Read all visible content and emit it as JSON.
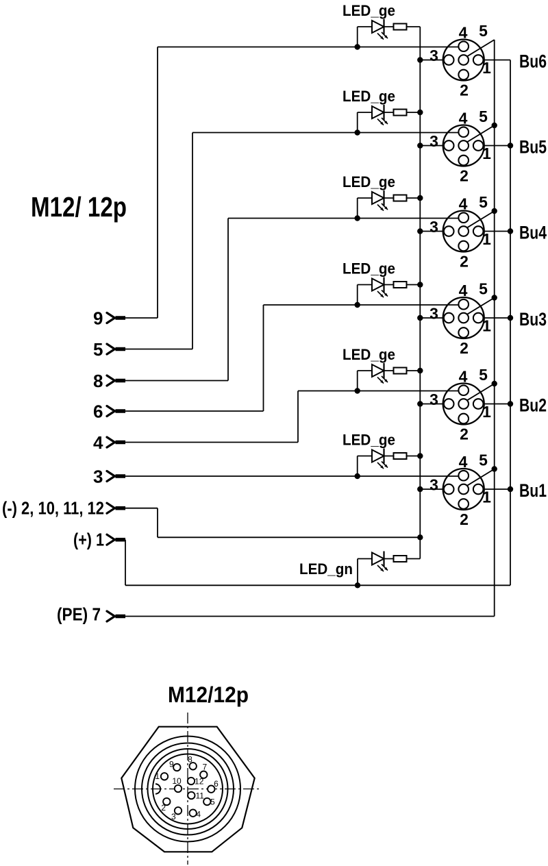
{
  "schematic": {
    "connector_title": "M12/ 12p",
    "signal_terminals": [
      "9",
      "5",
      "8",
      "6",
      "4",
      "3"
    ],
    "power_terminals": {
      "minus": "(-) 2, 10, 11, 12",
      "plus": "(+) 1",
      "pe": "(PE) 7"
    },
    "power_led_label": "LED_gn",
    "sockets": [
      {
        "name": "Bu6",
        "led_label": "LED_ge",
        "pin_top": "4",
        "pin_key": "5",
        "pin_left": "3",
        "pin_right": "1",
        "pin_bottom": "2"
      },
      {
        "name": "Bu5",
        "led_label": "LED_ge",
        "pin_top": "4",
        "pin_key": "5",
        "pin_left": "3",
        "pin_right": "1",
        "pin_bottom": "2"
      },
      {
        "name": "Bu4",
        "led_label": "LED_ge",
        "pin_top": "4",
        "pin_key": "5",
        "pin_left": "3",
        "pin_right": "1",
        "pin_bottom": "2"
      },
      {
        "name": "Bu3",
        "led_label": "LED_ge",
        "pin_top": "4",
        "pin_key": "5",
        "pin_left": "3",
        "pin_right": "1",
        "pin_bottom": "2"
      },
      {
        "name": "Bu2",
        "led_label": "LED_ge",
        "pin_top": "4",
        "pin_key": "5",
        "pin_left": "3",
        "pin_right": "1",
        "pin_bottom": "2"
      },
      {
        "name": "Bu1",
        "led_label": "LED_ge",
        "pin_top": "4",
        "pin_key": "5",
        "pin_left": "3",
        "pin_right": "1",
        "pin_bottom": "2"
      }
    ]
  },
  "face_view": {
    "title": "M12/12p",
    "pin_labels": [
      "1",
      "2",
      "3",
      "4",
      "5",
      "6",
      "7",
      "8",
      "9",
      "10",
      "11",
      "12"
    ]
  },
  "colors": {
    "ink": "#000000",
    "paper": "#ffffff"
  }
}
